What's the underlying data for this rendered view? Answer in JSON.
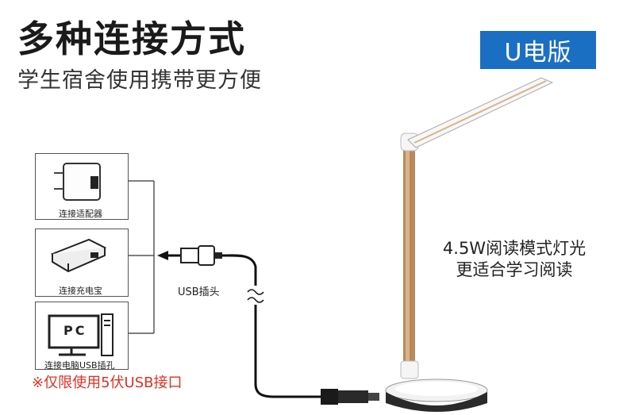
{
  "header": {
    "title": "多种连接方式",
    "subtitle": "学生宿舍使用携带更方便"
  },
  "badge": {
    "label": "U电版",
    "color": "#1b6fc2"
  },
  "devices": [
    {
      "label": "连接适配器",
      "icon": "power-adapter-icon"
    },
    {
      "label": "连接充电宝",
      "icon": "power-bank-icon"
    },
    {
      "label": "连接电脑USB插孔",
      "icon": "computer-icon",
      "screen_text": "PC"
    }
  ],
  "usb_plug": {
    "label": "USB插头",
    "icon": "usb-plug-icon"
  },
  "lamp": {
    "line1": "4.5W阅读模式灯光",
    "line2": "更适合学习阅读",
    "icon": "desk-lamp-icon"
  },
  "warning": {
    "text": "※仅限使用5伏USB接口",
    "color": "#e03025"
  }
}
